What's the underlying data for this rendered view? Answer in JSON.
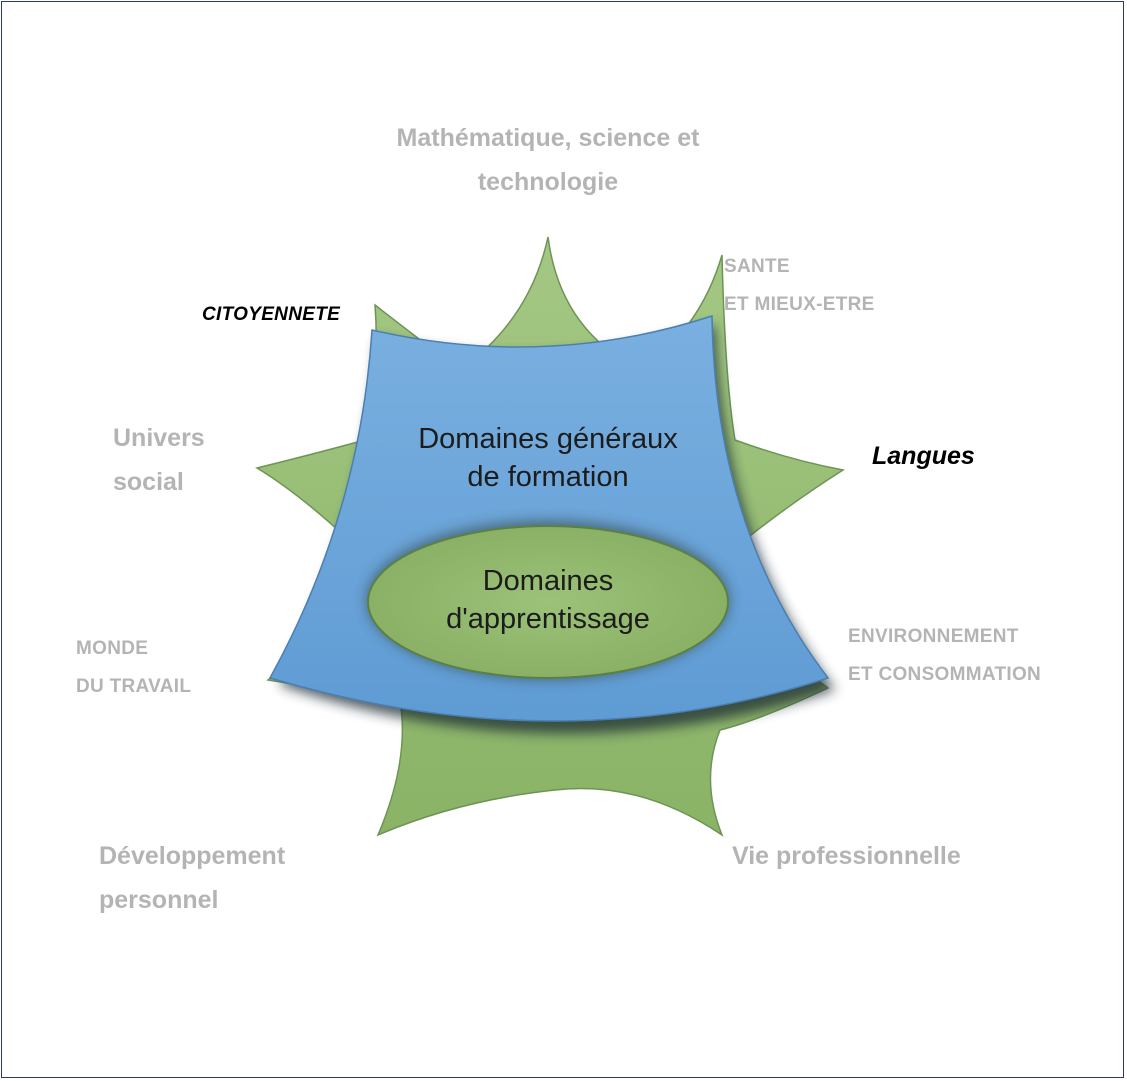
{
  "center": {
    "general_domains": [
      "Domaines généraux",
      "de formation"
    ],
    "learning_domains": [
      "Domaines",
      "d'apprentissage"
    ]
  },
  "labels": {
    "math": [
      "Mathématique, science et",
      "technologie"
    ],
    "sante": [
      "SANTE",
      "ET MIEUX-ETRE"
    ],
    "citoyennete": "CITOYENNETE",
    "univers": [
      "Univers",
      "social"
    ],
    "langues": "Langues",
    "monde": [
      "MONDE",
      "DU TRAVAIL"
    ],
    "environnement": [
      "ENVIRONNEMENT",
      "ET CONSOMMATION"
    ],
    "developpement": [
      "Développement",
      "personnel"
    ],
    "vie": "Vie professionnelle"
  },
  "colors": {
    "star_green": "#98bd73",
    "blue": "#6aa4d8",
    "label_grey": "#b4b4b4",
    "label_dark": "#000000",
    "border": "#2b3a6e"
  }
}
